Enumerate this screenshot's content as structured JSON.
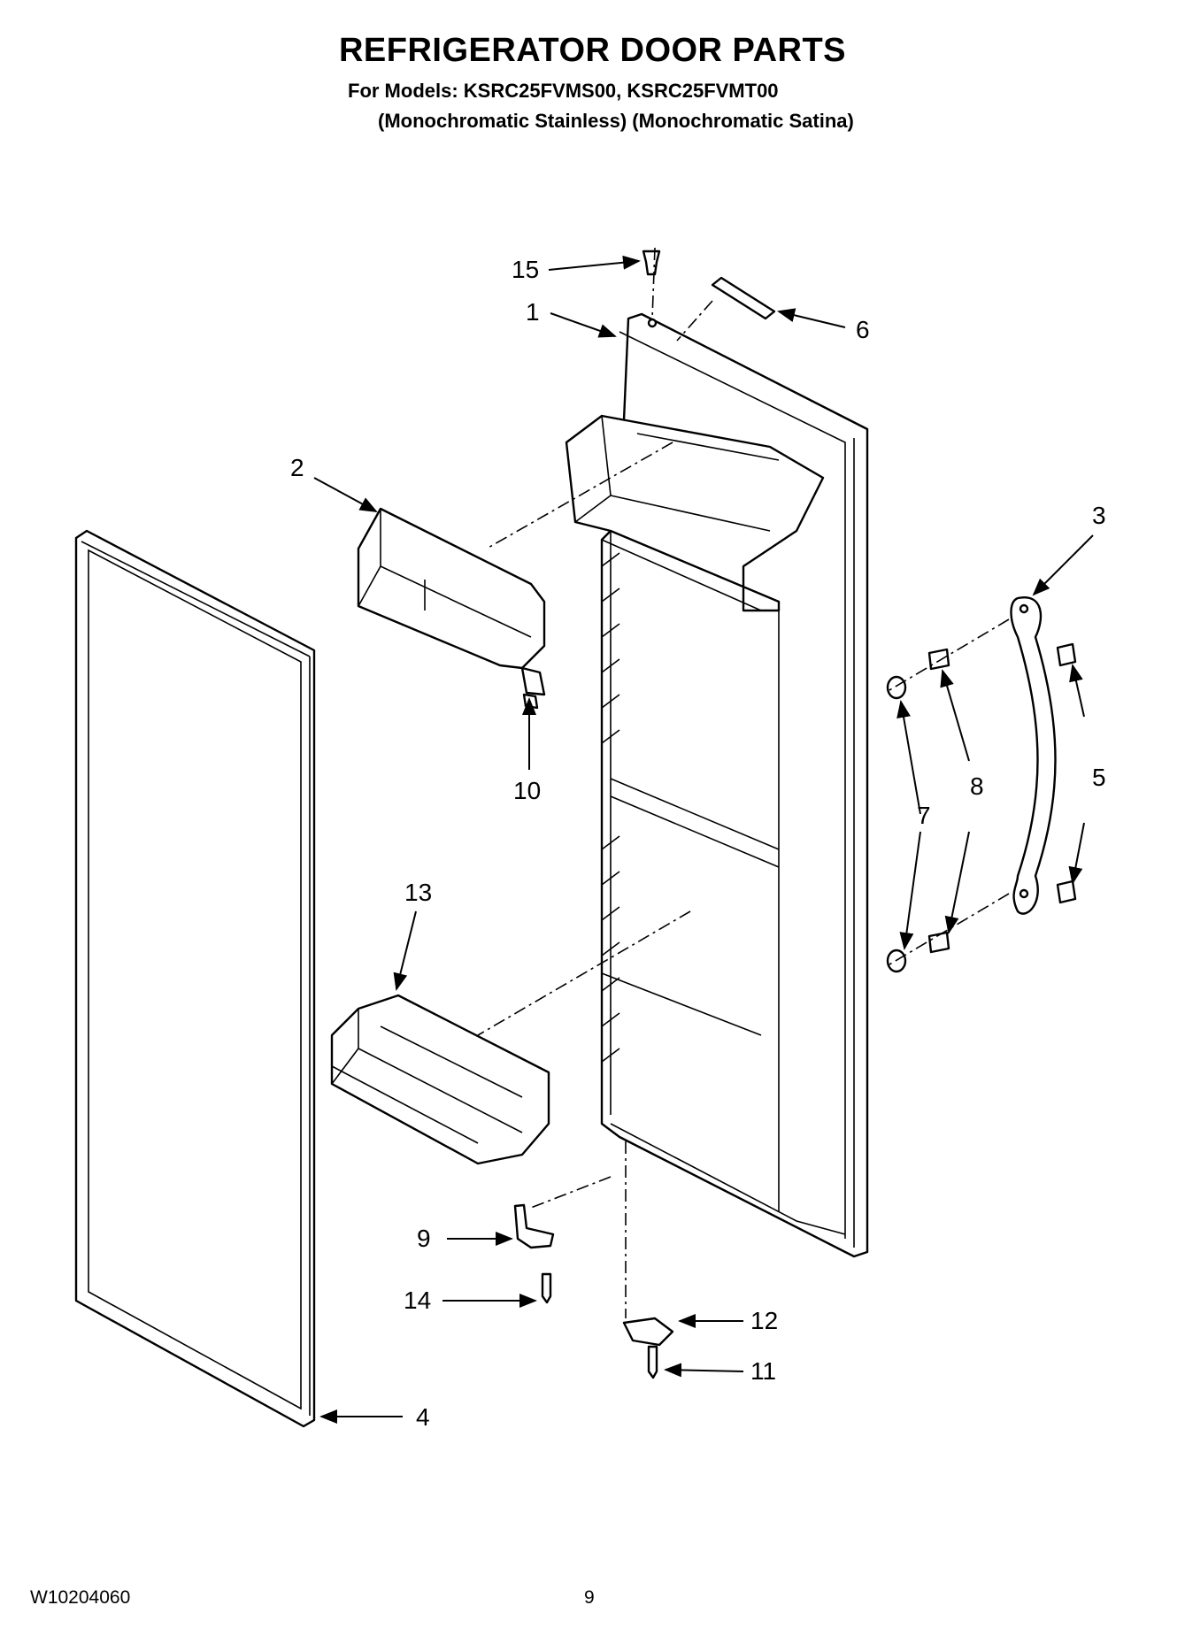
{
  "header": {
    "title": "REFRIGERATOR DOOR PARTS",
    "models_line": "For Models: KSRC25FVMS00, KSRC25FVMT00",
    "finish_line": "(Monochromatic Stainless) (Monochromatic Satina)"
  },
  "callouts": [
    {
      "id": "1",
      "label": "1"
    },
    {
      "id": "2",
      "label": "2"
    },
    {
      "id": "3",
      "label": "3"
    },
    {
      "id": "4",
      "label": "4"
    },
    {
      "id": "5",
      "label": "5"
    },
    {
      "id": "6",
      "label": "6"
    },
    {
      "id": "7",
      "label": "7"
    },
    {
      "id": "8",
      "label": "8"
    },
    {
      "id": "9",
      "label": "9"
    },
    {
      "id": "10",
      "label": "10"
    },
    {
      "id": "11",
      "label": "11"
    },
    {
      "id": "12",
      "label": "12"
    },
    {
      "id": "13",
      "label": "13"
    },
    {
      "id": "14",
      "label": "14"
    },
    {
      "id": "15",
      "label": "15"
    }
  ],
  "footer": {
    "doc_number": "W10204060",
    "page_number": "9"
  }
}
